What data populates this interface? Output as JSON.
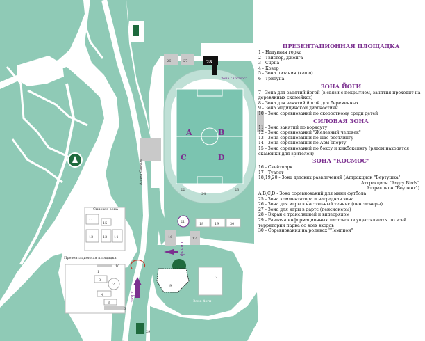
{
  "map": {
    "colors": {
      "green": "#8fcab6",
      "water": "#ffffff",
      "road": "#ffffff",
      "stadium_track": "#bfe0d6",
      "field": "#7bc4b0",
      "accent": "#7b2f8f",
      "building": "#c9c9c9"
    },
    "stadium_zones": [
      "A",
      "B",
      "C",
      "D"
    ],
    "building_labels": {
      "b28": "28",
      "b26": "26",
      "b27": "27",
      "b22": "22",
      "b23": "23",
      "b24": "24",
      "b21": "21",
      "b18": "18",
      "b19": "19",
      "b30": "30",
      "b16": "16",
      "b17": "17",
      "b11": "11",
      "b12": "12",
      "b13": "13",
      "b14": "14",
      "b15": "15",
      "b1": "1",
      "b2": "2",
      "b3": "3",
      "b4": "4",
      "b5": "5",
      "b6": "6",
      "b7": "7",
      "b9": "9",
      "b10": "10",
      "b29": "29"
    },
    "place_labels": {
      "kosmos": "Зона \"Космос\"",
      "alley": "Аллея Сакура",
      "silovaya": "Силовая зона",
      "prezent": "Презентационная площадка",
      "yoga": "Зона йоги",
      "start": "старт",
      "finish": "финиш"
    }
  },
  "legend": {
    "sections": [
      {
        "title": "ПРЕЗЕНТАЦИОННАЯ ПЛОЩАДКА",
        "items": [
          "1 - Надувная горка",
          "2 - Твистер, дженга",
          "3 - Сцена",
          "4 - Ковер",
          "5 - Зона питания (кашо)",
          "6 - Трибуна"
        ]
      },
      {
        "title": "ЗОНА ЙОГИ",
        "items": [
          "7 - Зона для занятий йогой (в связи с покрытием, занятия проходит на деревянных скамейках)",
          "8 - Зона для занятий йогой для беременных",
          "9 - Зона медицинской диагностики",
          "10 - Зона соревнований по скоростному среди детей"
        ]
      },
      {
        "title": "СИЛОВАЯ ЗОНА",
        "items": [
          "11 - Зона занятий по воркауту",
          "12 - Зона соревнований \"Железный человек\"",
          "13 - Зона соревнований по Пас-рестлингу",
          "14 - Зона соревнований по Арм спорту",
          "15 - Зона соревнований по боксу и кикбоксингу (рядом находятся скамейки для зрителей)"
        ]
      },
      {
        "title": "ЗОНА \"КОСМОС\"",
        "items": [
          "16 - Скейтпарк",
          "17 - Туалет",
          "18,19,20 - Зона детских развлечений (Аттракцион \"Вертушка\"",
          "Аттракцион \"Angry Birds\"",
          "Аттракцион \"Боулинг\")",
          "A,B,C,D - Зона соревнований для мини футбола",
          "25 - Зона комментатора и наградная зона",
          "26 - Зона для игры в настольный теннис (пенсионеры)",
          "27 - Зона для игры в дартс (пенсионеры)",
          "28 - Экран с трансляцией и видеорядом",
          "29 - Раздача информационных листовок осуществляется по всей территории парка со всех входов",
          "30 - Соревнования на роликах \"Чемпион\""
        ]
      }
    ]
  }
}
